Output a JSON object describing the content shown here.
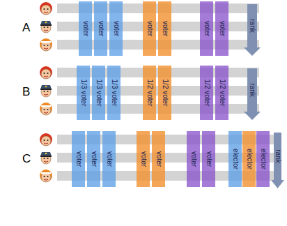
{
  "diagram": {
    "nodes": [
      {
        "text": [
          "voter"
        ]
      },
      {
        "text": [
          "voter"
        ]
      },
      {
        "text": [
          "voter"
        ]
      },
      {
        "text": [
          "voter"
        ]
      },
      {
        "text": [
          "voter"
        ]
      },
      {
        "text": [
          "voter"
        ]
      },
      {
        "text": [
          "voter"
        ]
      },
      {
        "text": [
          "rank"
        ]
      },
      {
        "text": [
          "1/3 voter"
        ]
      },
      {
        "text": [
          "1/3 voter"
        ]
      },
      {
        "text": [
          "1/3 voter"
        ]
      },
      {
        "text": [
          "1/2 voter"
        ]
      },
      {
        "text": [
          "1/2 voter"
        ]
      },
      {
        "text": [
          "1/2 voter"
        ]
      },
      {
        "text": [
          "1/2 voter"
        ]
      },
      {
        "text": [
          "rank"
        ]
      },
      {
        "text": [
          "voter"
        ]
      },
      {
        "text": [
          "voter"
        ]
      },
      {
        "text": [
          "voter"
        ]
      },
      {
        "text": [
          "voter"
        ]
      },
      {
        "text": [
          "voter"
        ]
      },
      {
        "text": [
          "voter"
        ]
      },
      {
        "text": [
          "voter"
        ]
      },
      {
        "text": [
          "elector"
        ]
      },
      {
        "text": [
          "elector"
        ]
      },
      {
        "text": [
          "elector"
        ]
      },
      {
        "text": [
          "rank"
        ]
      }
    ],
    "labels": [
      "A",
      "B",
      "C"
    ]
  }
}
